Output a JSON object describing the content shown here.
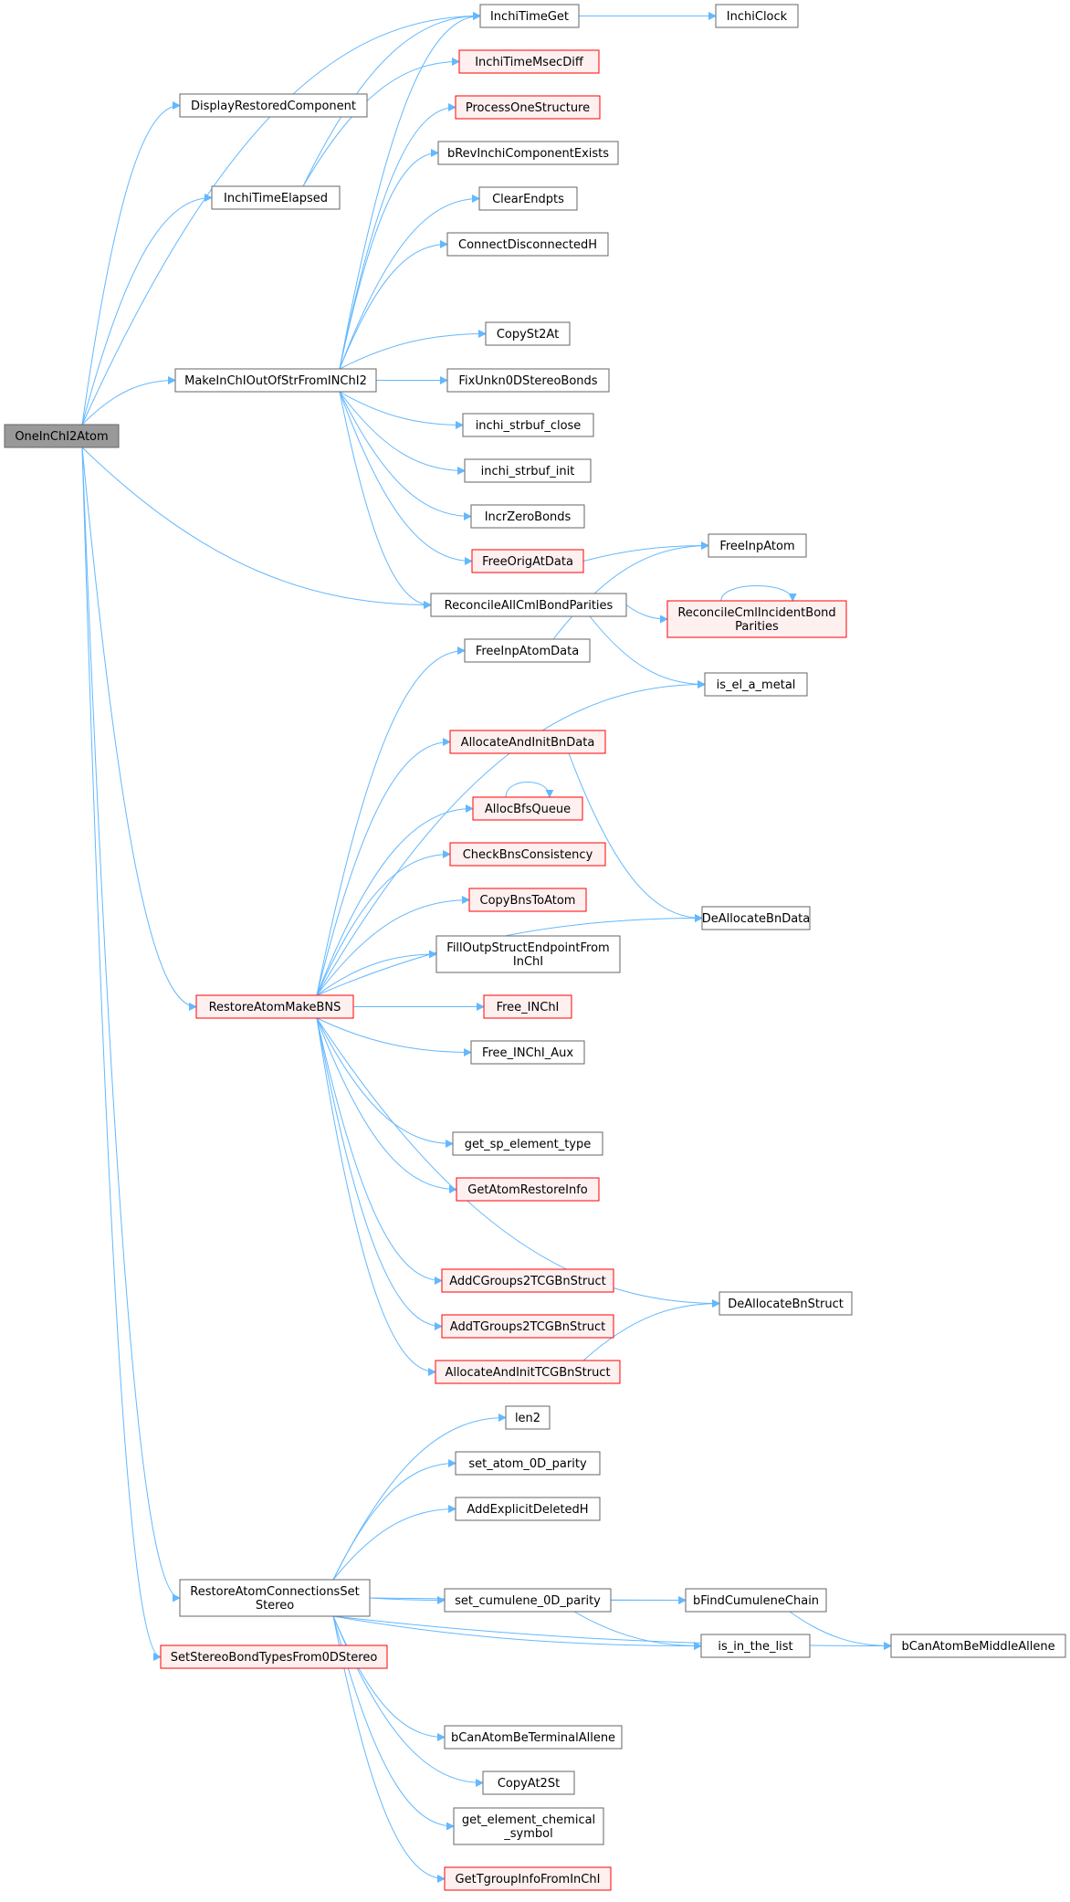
{
  "colors": {
    "edge": "#63b8ff",
    "node_border": "#666666",
    "node_fill": "#ffffff",
    "node_border_truncated": "#ff0000",
    "node_fill_truncated": "#fff0f0",
    "node_fill_root": "#999999",
    "node_border_root": "#666666"
  },
  "nodes": [
    {
      "id": "root",
      "lines": [
        "OneInChI2Atom"
      ],
      "style": "root"
    },
    {
      "id": "display",
      "lines": [
        "DisplayRestoredComponent"
      ],
      "style": "normal"
    },
    {
      "id": "elapsed",
      "lines": [
        "InchiTimeElapsed"
      ],
      "style": "normal"
    },
    {
      "id": "timeget",
      "lines": [
        "InchiTimeGet"
      ],
      "style": "normal"
    },
    {
      "id": "clock",
      "lines": [
        "InchiClock"
      ],
      "style": "normal"
    },
    {
      "id": "msecdiff",
      "lines": [
        "InchiTimeMsecDiff"
      ],
      "style": "truncated"
    },
    {
      "id": "process",
      "lines": [
        "ProcessOneStructure"
      ],
      "style": "truncated"
    },
    {
      "id": "brevinchi",
      "lines": [
        "bRevInchiComponentExists"
      ],
      "style": "normal"
    },
    {
      "id": "clearendpts",
      "lines": [
        "ClearEndpts"
      ],
      "style": "normal"
    },
    {
      "id": "connectdisc",
      "lines": [
        "ConnectDisconnectedH"
      ],
      "style": "normal"
    },
    {
      "id": "makeinchi",
      "lines": [
        "MakeInChIOutOfStrFromINChI2"
      ],
      "style": "normal"
    },
    {
      "id": "copyst2at",
      "lines": [
        "CopySt2At"
      ],
      "style": "normal"
    },
    {
      "id": "fixunkn",
      "lines": [
        "FixUnkn0DStereoBonds"
      ],
      "style": "normal"
    },
    {
      "id": "strbufclose",
      "lines": [
        "inchi_strbuf_close"
      ],
      "style": "normal"
    },
    {
      "id": "strbufinit",
      "lines": [
        "inchi_strbuf_init"
      ],
      "style": "normal"
    },
    {
      "id": "incrzero",
      "lines": [
        "IncrZeroBonds"
      ],
      "style": "normal"
    },
    {
      "id": "freeorig",
      "lines": [
        "FreeOrigAtData"
      ],
      "style": "truncated"
    },
    {
      "id": "freeinpatom",
      "lines": [
        "FreeInpAtom"
      ],
      "style": "normal"
    },
    {
      "id": "reconcileall",
      "lines": [
        "ReconcileAllCmlBondParities"
      ],
      "style": "normal"
    },
    {
      "id": "reconcileinc",
      "lines": [
        "ReconcileCmlIncidentBond",
        "Parities"
      ],
      "style": "truncated"
    },
    {
      "id": "freeinpatomdata",
      "lines": [
        "FreeInpAtomData"
      ],
      "style": "normal"
    },
    {
      "id": "iselmetal",
      "lines": [
        "is_el_a_metal"
      ],
      "style": "normal"
    },
    {
      "id": "allocbn",
      "lines": [
        "AllocateAndInitBnData"
      ],
      "style": "truncated"
    },
    {
      "id": "allocbfs",
      "lines": [
        "AllocBfsQueue"
      ],
      "style": "truncated"
    },
    {
      "id": "checkbns",
      "lines": [
        "CheckBnsConsistency"
      ],
      "style": "truncated"
    },
    {
      "id": "copybns",
      "lines": [
        "CopyBnsToAtom"
      ],
      "style": "truncated"
    },
    {
      "id": "deallocbndata",
      "lines": [
        "DeAllocateBnData"
      ],
      "style": "normal"
    },
    {
      "id": "filloutp",
      "lines": [
        "FillOutpStructEndpointFrom",
        "InChI"
      ],
      "style": "normal"
    },
    {
      "id": "restorebns",
      "lines": [
        "RestoreAtomMakeBNS"
      ],
      "style": "truncated"
    },
    {
      "id": "freeinchi",
      "lines": [
        "Free_INChI"
      ],
      "style": "truncated"
    },
    {
      "id": "freeinchiaux",
      "lines": [
        "Free_INChI_Aux"
      ],
      "style": "normal"
    },
    {
      "id": "getsp",
      "lines": [
        "get_sp_element_type"
      ],
      "style": "normal"
    },
    {
      "id": "getatomrestore",
      "lines": [
        "GetAtomRestoreInfo"
      ],
      "style": "truncated"
    },
    {
      "id": "addcgroups",
      "lines": [
        "AddCGroups2TCGBnStruct"
      ],
      "style": "truncated"
    },
    {
      "id": "addtgroups",
      "lines": [
        "AddTGroups2TCGBnStruct"
      ],
      "style": "truncated"
    },
    {
      "id": "deallocbnstruct",
      "lines": [
        "DeAllocateBnStruct"
      ],
      "style": "normal"
    },
    {
      "id": "allocinittcg",
      "lines": [
        "AllocateAndInitTCGBnStruct"
      ],
      "style": "truncated"
    },
    {
      "id": "len2",
      "lines": [
        "len2"
      ],
      "style": "normal"
    },
    {
      "id": "setatom0d",
      "lines": [
        "set_atom_0D_parity"
      ],
      "style": "normal"
    },
    {
      "id": "addexplicit",
      "lines": [
        "AddExplicitDeletedH"
      ],
      "style": "normal"
    },
    {
      "id": "restoreconn",
      "lines": [
        "RestoreAtomConnectionsSet",
        "Stereo"
      ],
      "style": "normal"
    },
    {
      "id": "setcumulene",
      "lines": [
        "set_cumulene_0D_parity"
      ],
      "style": "normal"
    },
    {
      "id": "bfindcum",
      "lines": [
        "bFindCumuleneChain"
      ],
      "style": "normal"
    },
    {
      "id": "isinlist",
      "lines": [
        "is_in_the_list"
      ],
      "style": "normal"
    },
    {
      "id": "bcanmiddle",
      "lines": [
        "bCanAtomBeMiddleAllene"
      ],
      "style": "normal"
    },
    {
      "id": "setstereo",
      "lines": [
        "SetStereoBondTypesFrom0DStereo"
      ],
      "style": "truncated"
    },
    {
      "id": "bcanterminal",
      "lines": [
        "bCanAtomBeTerminalAllene"
      ],
      "style": "normal"
    },
    {
      "id": "copyat2st",
      "lines": [
        "CopyAt2St"
      ],
      "style": "normal"
    },
    {
      "id": "getelemsym",
      "lines": [
        "get_element_chemical",
        "_symbol"
      ],
      "style": "normal"
    },
    {
      "id": "gettgroup",
      "lines": [
        "GetTgroupInfoFromInChI"
      ],
      "style": "truncated"
    }
  ]
}
